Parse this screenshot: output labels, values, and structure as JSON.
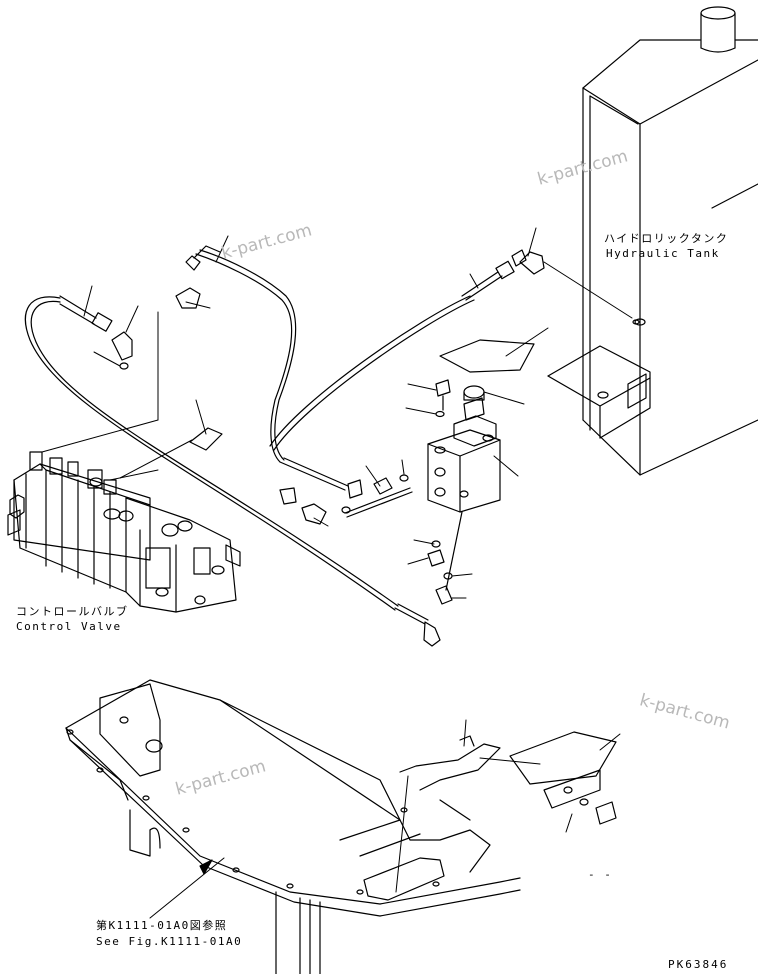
{
  "labels": {
    "hydraulic_tank_jp": "ハイドロリックタンク",
    "hydraulic_tank_en": "Hydraulic Tank",
    "control_valve_jp": "コントロールバルブ",
    "control_valve_en": "Control Valve",
    "see_fig_jp": "第K1111-01A0図参照",
    "see_fig_en": "See Fig.K1111-01A0",
    "dash_mark": "- -"
  },
  "watermarks": [
    "k-part.com",
    "k-part.com",
    "k-part.com",
    "k-part.com"
  ],
  "drawing_code": "PK63846",
  "colors": {
    "line": "#000000",
    "watermark": "#b8b8b8",
    "background": "#ffffff"
  }
}
